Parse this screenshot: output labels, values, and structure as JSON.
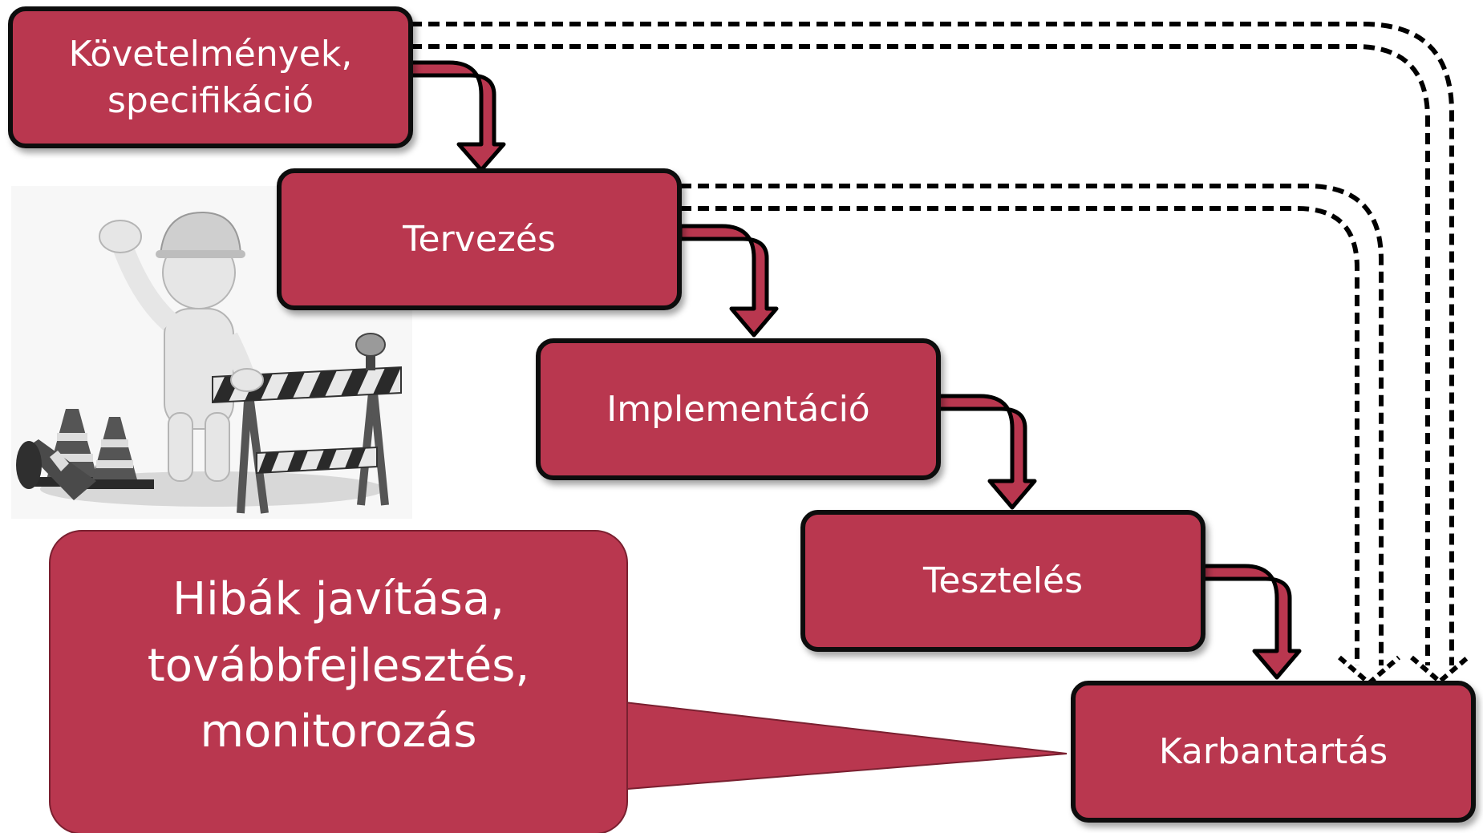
{
  "diagram": {
    "stages": [
      {
        "id": "requirements",
        "line1": "Követelmények,",
        "line2": "specifikáció"
      },
      {
        "id": "design",
        "label": "Tervezés"
      },
      {
        "id": "implementation",
        "label": "Implementáció"
      },
      {
        "id": "testing",
        "label": "Tesztelés"
      },
      {
        "id": "maintenance",
        "label": "Karbantartás"
      }
    ],
    "callout": {
      "lines": [
        "Hibák javítása,",
        "továbbfejlesztés,",
        "monitorozás"
      ]
    },
    "illustration": {
      "description": "construction-worker-icon"
    },
    "colors": {
      "box_fill": "#b9374f",
      "outline": "#0d0d0d",
      "text": "#ffffff"
    }
  }
}
